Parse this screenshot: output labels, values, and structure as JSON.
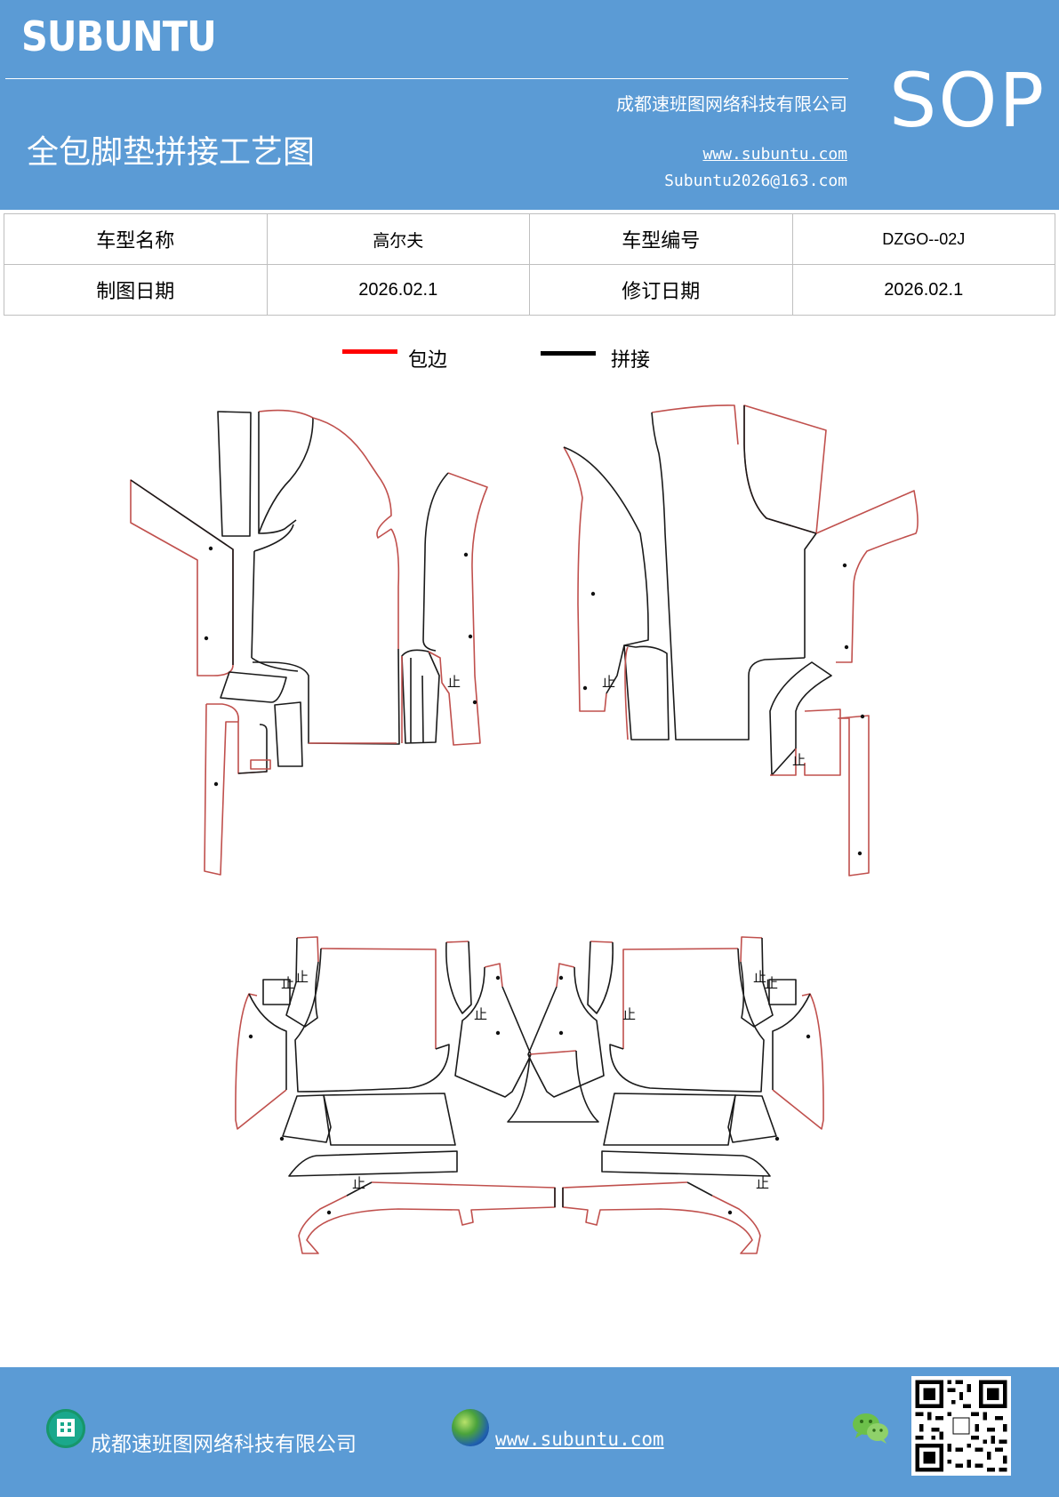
{
  "header": {
    "brand": "SUBUNTU",
    "sop": "SOP",
    "company": "成都速班图网络科技有限公司",
    "title": "全包脚垫拼接工艺图",
    "website": "www.subuntu.com",
    "email": "Subuntu2026@163.com"
  },
  "info": {
    "model_name_label": "车型名称",
    "model_name_value": "高尔夫",
    "model_code_label": "车型编号",
    "model_code_value": "DZGO--02J",
    "draw_date_label": "制图日期",
    "draw_date_value": "2026.02.1",
    "revise_date_label": "修订日期",
    "revise_date_value": "2026.02.1"
  },
  "legend": {
    "edge_label": "包边",
    "edge_color": "#ff0000",
    "join_label": "拼接",
    "join_color": "#000000"
  },
  "diagram": {
    "stop_mark": "止"
  },
  "footer": {
    "company": "成都速班图网络科技有限公司",
    "website": "www.subuntu.com",
    "building_icon": "building-icon",
    "globe_icon": "globe-icon",
    "wechat_icon": "wechat-icon",
    "qr_code": "qr-code"
  },
  "colors": {
    "header_bg": "#5b9bd5",
    "edge_line": "#c0504d"
  }
}
